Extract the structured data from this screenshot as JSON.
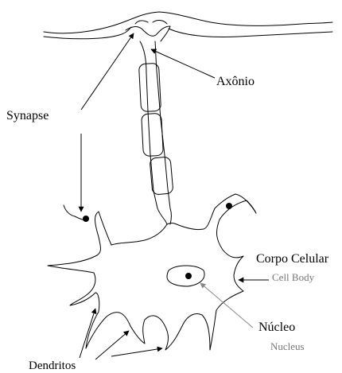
{
  "labels": {
    "synapse": "Synapse",
    "axon": "Axônio",
    "cell_body": "Corpo Celular",
    "nucleus": "Núcleo",
    "dendrites": "Dendritos",
    "cell_body_old": "Cell Body",
    "nucleus_old": "Nucleus"
  },
  "colors": {
    "ink": "#000000",
    "faded_text": "#777777",
    "arrow_gray": "#888888"
  }
}
